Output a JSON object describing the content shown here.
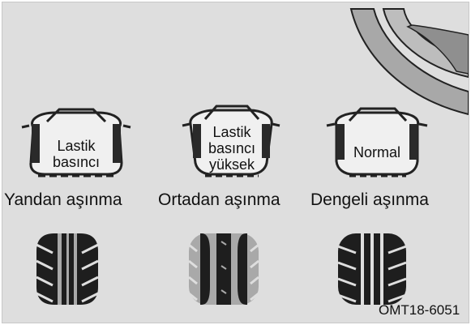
{
  "colors": {
    "background": "#dedede",
    "tire_outline": "#222222",
    "tire_fill": "#f0f0f0",
    "tread_dark": "#1e1e1e",
    "tread_light": "#a9a9a9"
  },
  "tires": [
    {
      "label_lines": [
        "Lastik",
        "basıncı"
      ],
      "caption": "Yandan aşınma",
      "tread_icon": "tread-worn-sides-icon"
    },
    {
      "label_lines": [
        "Lastik",
        "basıncı",
        "yüksek"
      ],
      "caption": "Ortadan aşınma",
      "tread_icon": "tread-worn-center-icon"
    },
    {
      "label_lines": [
        "Normal"
      ],
      "caption": "Dengeli aşınma",
      "tread_icon": "tread-even-wear-icon"
    }
  ],
  "figure_code": "OMT18-6051"
}
